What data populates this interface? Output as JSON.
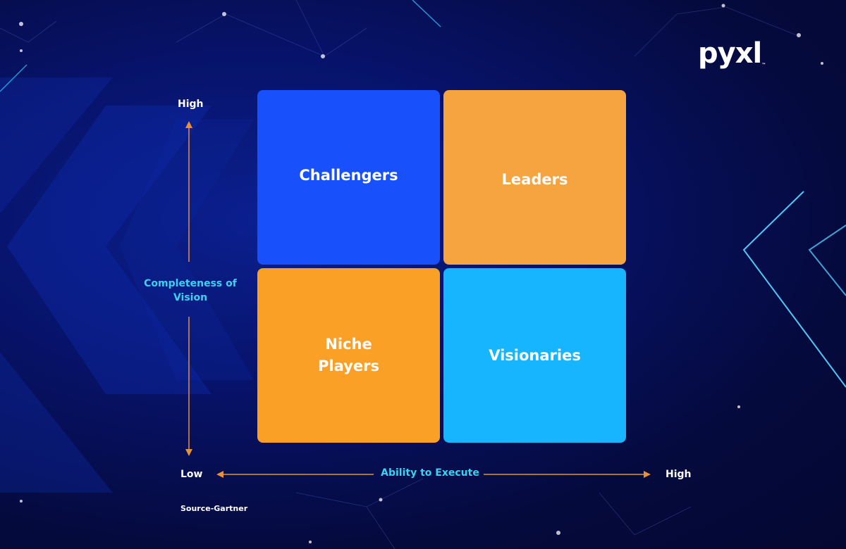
{
  "brand": {
    "logo_text": "pyxl",
    "logo_mark": "™"
  },
  "quadrants": {
    "top_left": "Challengers",
    "top_right": "Leaders",
    "bottom_left": "Niche\nPlayers",
    "bottom_right": "Visionaries"
  },
  "axes": {
    "y_title": "Completeness of Vision",
    "y_high": "High",
    "y_low": "Low",
    "x_title": "Ability to Execute",
    "x_high": "High"
  },
  "source": "Source-Gartner",
  "colors": {
    "challengers": "#1850fb",
    "leaders": "#f6a440",
    "niche_players": "#faa027",
    "visionaries": "#16b5fd",
    "axis_arrow": "#e8913a",
    "axis_title": "#3ad2f0"
  }
}
